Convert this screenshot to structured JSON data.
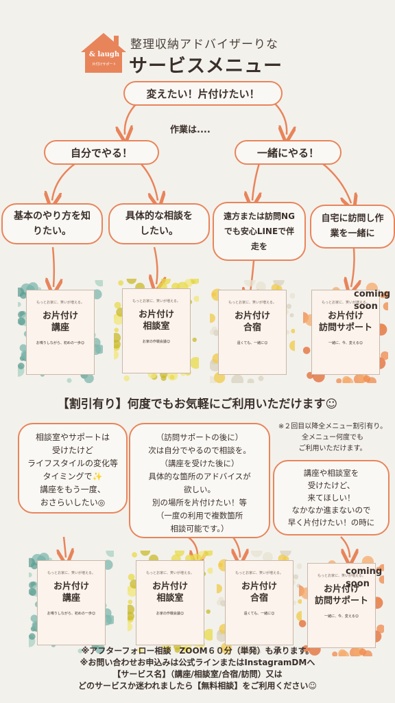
{
  "logo": {
    "text": "& laugh",
    "sub": "片付けサポート"
  },
  "header": {
    "subtitle": "整理収納アドバイザーりな",
    "title": "サービスメニュー"
  },
  "flow": {
    "top": "変えたい！片付けたい！",
    "question": "作業は....",
    "left": "自分でやる！",
    "right": "一緒にやる！",
    "opt1": "基本のやり方を知りたい。",
    "opt2": "具体的な相談をしたい。",
    "opt3": "遠方または訪問NGでも安心LINEで伴走を",
    "opt4": "自宅に訪問し作業を一緒に"
  },
  "cards": [
    {
      "top": "もっとお家に、笑いが増える。",
      "title1": "お片付け",
      "title2": "講座",
      "foot": "お喋りしながら、初めの一歩☺",
      "colors": [
        "#7fb7ad",
        "#a9d1c4",
        "#5f9e93"
      ]
    },
    {
      "top": "もっとお家に、笑いが増える。",
      "title1": "お片付け",
      "title2": "相談室",
      "foot": "お家の作戦会議☺",
      "colors": [
        "#e8d94a",
        "#f2e57a",
        "#c9b92c"
      ]
    },
    {
      "top": "もっとお家に、笑いが増える。",
      "title1": "お片付け",
      "title2": "合宿",
      "foot": "遠くても、一緒に☺",
      "colors": [
        "#e7e1d1",
        "#d9d2c0",
        "#f0c94a"
      ]
    },
    {
      "top": "もっとお家に、笑いが増える。",
      "title1": "お片付け",
      "title2": "訪問サポート",
      "foot": "一緒に、今、変える☺",
      "colors": [
        "#ef8a4c",
        "#f5a96a",
        "#e26a32"
      ]
    }
  ],
  "coming_soon": "coming soon",
  "discount": "【割引有り】何度でもお気軽にご利用いただけます☺",
  "bubbles": {
    "b1": [
      "相談室やサポートは",
      "受けたけど",
      "ライフスタイルの変化等",
      "タイミングで✨",
      "講座をもう一度、",
      "おさらいしたい◎"
    ],
    "b2": [
      "（訪問サポートの後に）",
      "次は自分でやるので相談を。",
      "（講座を受けた後に）",
      "具体的な箇所のアドバイスが",
      "欲しい。",
      "別の場所を片付けたい！等",
      "（一度の利用で複数箇所",
      "相談可能です。）"
    ],
    "b3": [
      "講座や相談室を",
      "受けたけど、",
      "来てほしい！",
      "なかなか進まないので",
      "早く片付けたい！の時に"
    ],
    "note": [
      "※２回目以降全メニュー割引有り。",
      "全メニュー何度でも",
      "ご利用いただけます。"
    ]
  },
  "footer": [
    "※アフターフォロー相談　ZOOM６０分（単発）も承ります。",
    "※お問い合わせお申込みは公式ラインまたはInstagramDMへ",
    "【サービス名】（講座/相談室/合宿/訪問）又は",
    "どのサービスか迷われましたら【無料相談】をご利用ください☺"
  ]
}
